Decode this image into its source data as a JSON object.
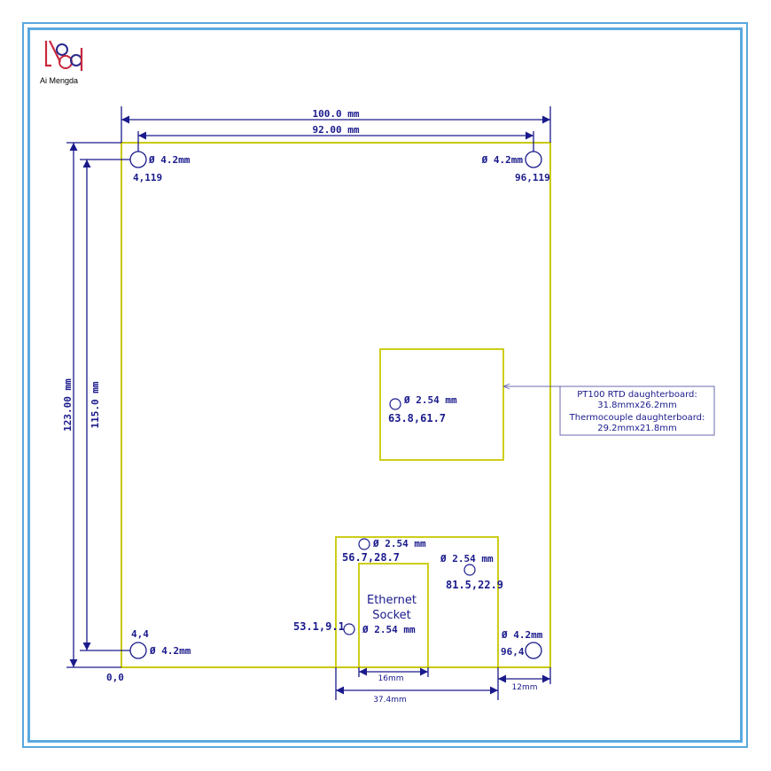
{
  "brand": {
    "logo_icon": "ai-mengda-logo-icon",
    "name": "Ai Mengda",
    "logo_color_primary": "#c8283c",
    "logo_color_secondary": "#2a2a8c"
  },
  "colors": {
    "frame": "#5aa8e0",
    "board_outline": "#c8c800",
    "dimension": "#1a1a8c",
    "callout_line": "#6a6ab0"
  },
  "dimensions": {
    "width_outer": "100.0 mm",
    "width_inner": "92.00 mm",
    "height_outer": "123.00 mm",
    "height_inner": "115.0 mm",
    "ethernet_width": "16mm",
    "cutout_width": "37.4mm",
    "right_offset": "12mm"
  },
  "holes": {
    "top_left": {
      "diameter": "Ø 4.2mm",
      "coord": "4,119"
    },
    "top_right": {
      "diameter": "Ø 4.2mm",
      "coord": "96,119"
    },
    "bottom_left": {
      "diameter": "Ø 4.2mm",
      "coord": "4,4"
    },
    "bottom_right": {
      "diameter": "Ø 4.2mm",
      "coord": "96,4"
    },
    "daughter": {
      "diameter": "Ø 2.54 mm",
      "coord": "63.8,61.7"
    },
    "eth_top": {
      "diameter": "Ø 2.54 mm",
      "coord": "56.7,28.7"
    },
    "eth_right": {
      "diameter": "Ø 2.54 mm",
      "coord": "81.5,22.9"
    },
    "eth_left": {
      "diameter": "Ø 2.54 mm",
      "coord": "53.1,9.1"
    }
  },
  "origin_label": "0,0",
  "ethernet": {
    "line1": "Ethernet",
    "line2": "Socket"
  },
  "callout": {
    "line1": "PT100 RTD daughterboard:",
    "line2": "31.8mmx26.2mm",
    "line3": "Thermocouple daughterboard:",
    "line4": "29.2mmx21.8mm"
  }
}
